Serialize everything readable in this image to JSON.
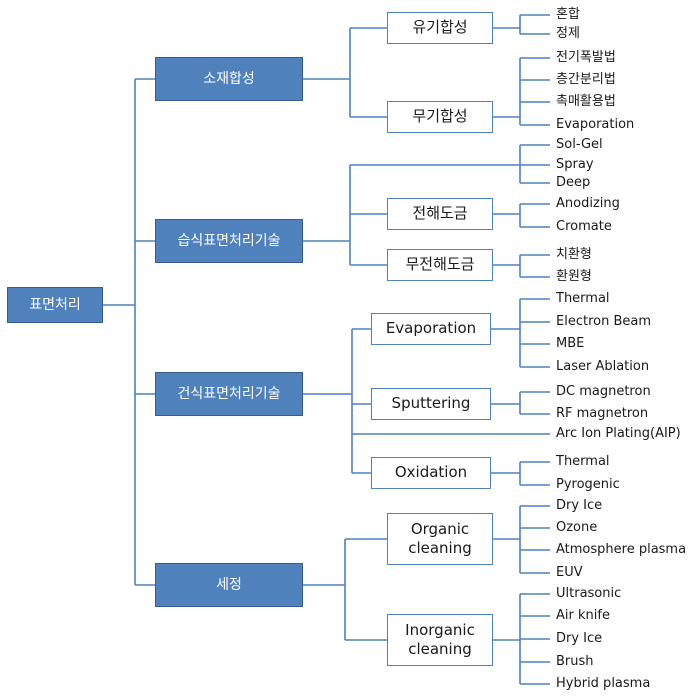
{
  "root": {
    "label": "표면처리"
  },
  "categories": [
    {
      "label": "소재합성",
      "methods": [
        {
          "label": "유기합성",
          "items": [
            "혼합",
            "정제"
          ]
        },
        {
          "label": "무기합성",
          "items": [
            "전기폭발법",
            "층간분리법",
            "촉매활용법",
            "Evaporation"
          ]
        }
      ]
    },
    {
      "label": "습식표면처리기술",
      "direct_items": [
        "Sol-Gel",
        "Spray",
        "Deep"
      ],
      "methods": [
        {
          "label": "전해도금",
          "items": [
            "Anodizing",
            "Cromate"
          ]
        },
        {
          "label": "무전해도금",
          "items": [
            "치환형",
            "환원형"
          ]
        }
      ]
    },
    {
      "label": "건식표면처리기술",
      "methods": [
        {
          "label": "Evaporation",
          "items": [
            "Thermal",
            "Electron Beam",
            "MBE",
            "Laser Ablation"
          ]
        },
        {
          "label": "Sputtering",
          "items": [
            "DC magnetron",
            "RF magnetron"
          ]
        },
        {
          "label": "Oxidation",
          "items": [
            "Thermal",
            "Pyrogenic"
          ]
        }
      ],
      "direct_items": [
        "Arc Ion Plating(AIP)"
      ]
    },
    {
      "label": "세정",
      "methods": [
        {
          "label": "Organic\ncleaning",
          "items": [
            "Dry Ice",
            "Ozone",
            "Atmosphere plasma",
            "EUV"
          ]
        },
        {
          "label": "Inorganic\ncleaning",
          "items": [
            "Ultrasonic",
            "Air knife",
            "Dry Ice",
            "Brush",
            "Hybrid plasma"
          ]
        }
      ]
    }
  ],
  "colors": {
    "box_fill": "#4f81bd",
    "box_border": "#385d8a",
    "line": "#4f81bd",
    "box_text": "#ffffff",
    "leaf_text": "#1a1a1a"
  }
}
